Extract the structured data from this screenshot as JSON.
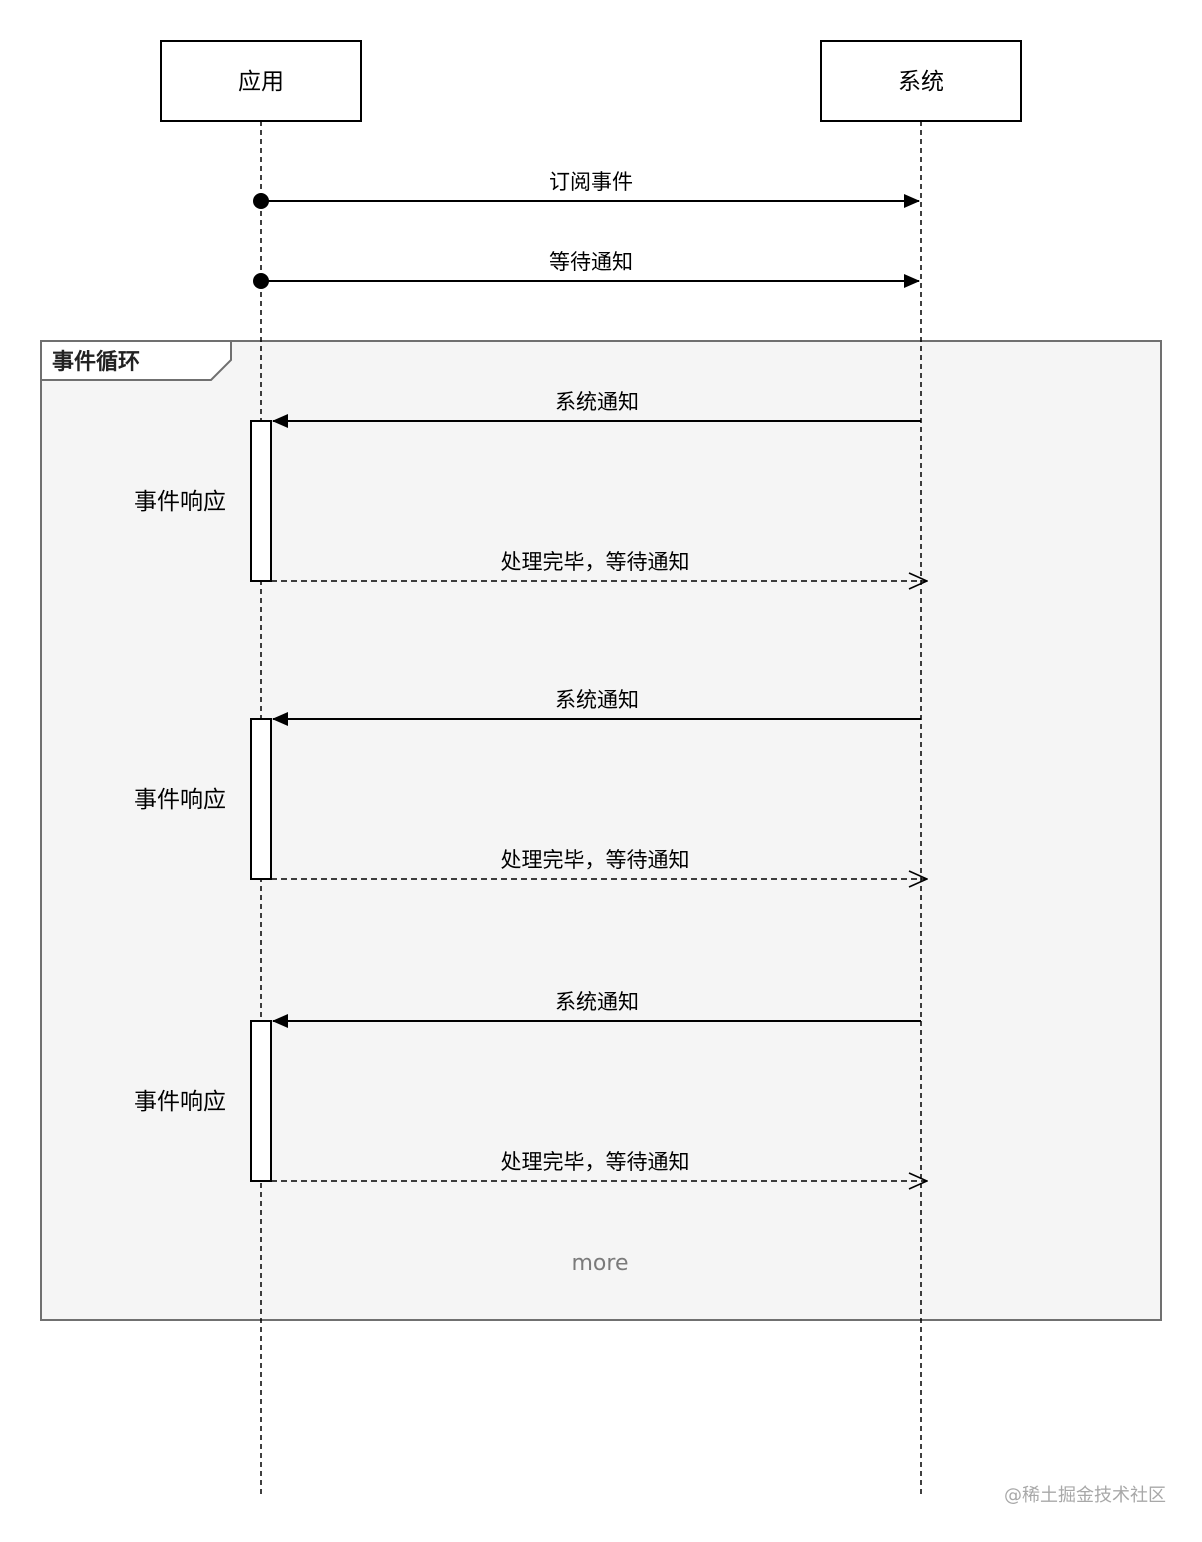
{
  "actors": {
    "app": "应用",
    "system": "系统"
  },
  "messages": {
    "subscribe": "订阅事件",
    "wait": "等待通知"
  },
  "loop": {
    "title": "事件循环",
    "iterations": [
      {
        "notify": "系统通知",
        "activation": "事件响应",
        "reply": "处理完毕，等待通知"
      },
      {
        "notify": "系统通知",
        "activation": "事件响应",
        "reply": "处理完毕，等待通知"
      },
      {
        "notify": "系统通知",
        "activation": "事件响应",
        "reply": "处理完毕，等待通知"
      }
    ],
    "more": "more"
  },
  "watermark": "@稀土掘金技术社区",
  "colors": {
    "line": "#000000",
    "frame_fill": "#f5f5f5",
    "frame_stroke": "#707070",
    "more_text": "#7a7a7a",
    "watermark_text": "#a8a8a8"
  }
}
